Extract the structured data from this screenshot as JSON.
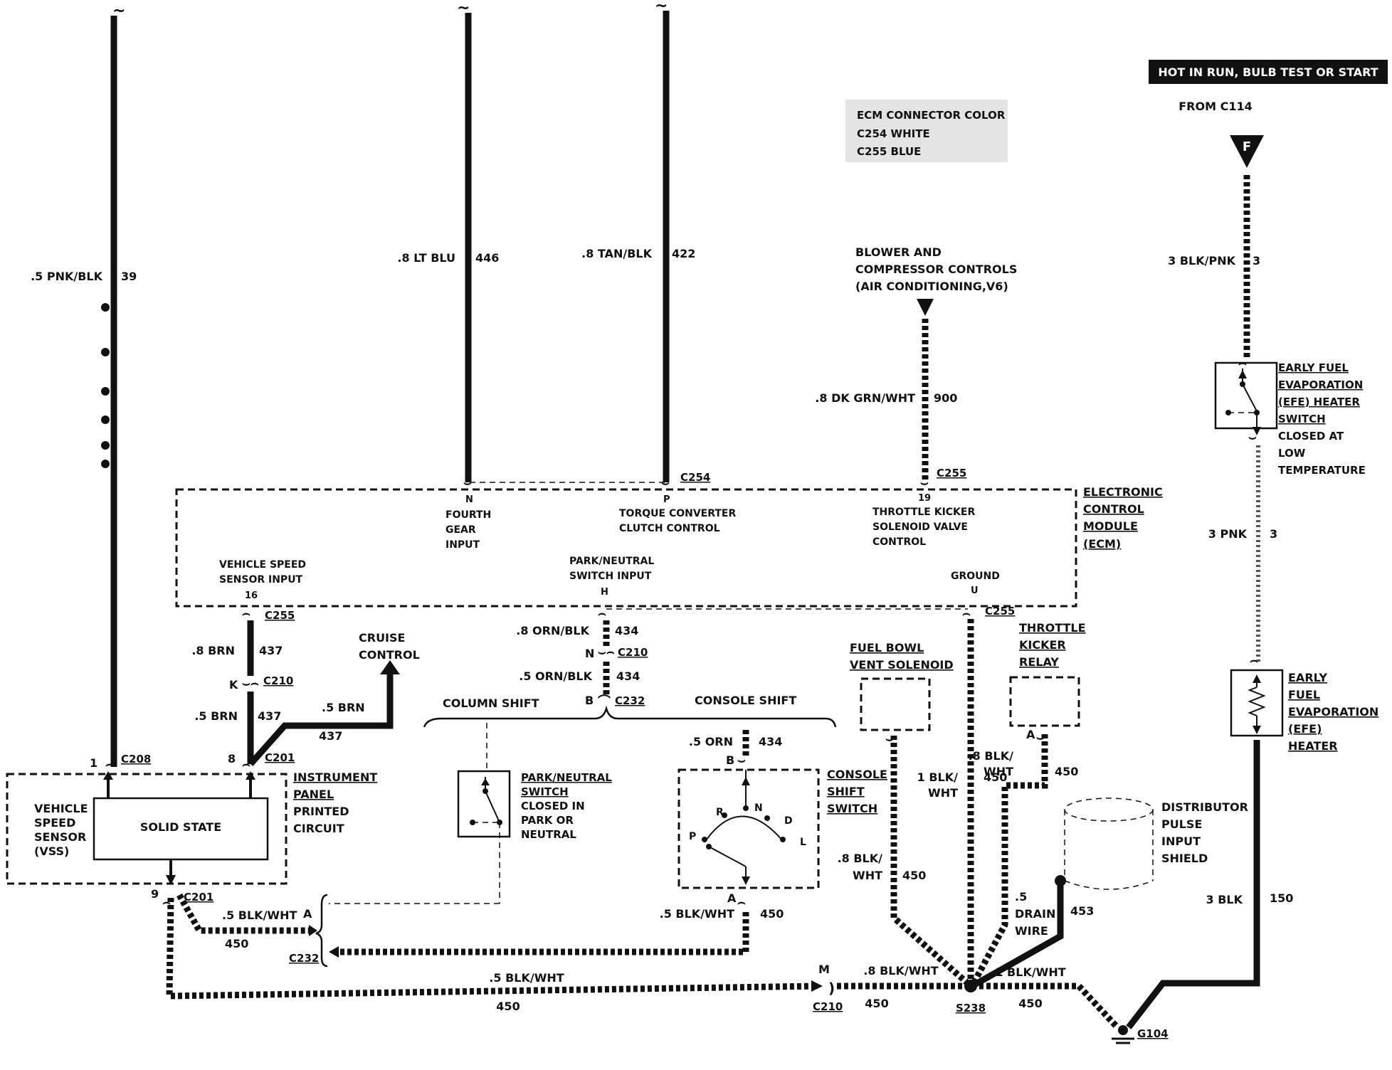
{
  "header": {
    "hot_in_run": "HOT IN RUN,  BULB TEST OR START",
    "from_c114": "FROM C114",
    "connector_f": "F",
    "ecm_connector_color": [
      "ECM CONNECTOR COLOR",
      "C254 WHITE",
      "C255 BLUE"
    ]
  },
  "top_wires": [
    {
      "gauge": ".5 PNK/BLK",
      "circuit": "39"
    },
    {
      "gauge": ".8 LT BLU",
      "circuit": "446"
    },
    {
      "gauge": ".8 TAN/BLK",
      "circuit": "422"
    }
  ],
  "blower": {
    "label": [
      "BLOWER AND",
      "COMPRESSOR CONTROLS",
      "(AIR CONDITIONING,V6)"
    ],
    "wire_gauge": ".8 DK GRN/WHT",
    "wire_circuit": "900"
  },
  "ecm": {
    "label": [
      "ELECTRONIC",
      "CONTROL",
      "MODULE",
      "(ECM)"
    ],
    "c254": "C254",
    "c255_top": "C255",
    "pin_n": "N",
    "pin_n_label": [
      "FOURTH",
      "GEAR",
      "INPUT"
    ],
    "pin_p": "P",
    "pin_p_label": [
      "TORQUE CONVERTER",
      "CLUTCH CONTROL"
    ],
    "pin_19": "19",
    "pin_19_label": [
      "THROTTLE KICKER",
      "SOLENOID VALVE",
      "CONTROL"
    ],
    "pin_16_label": [
      "VEHICLE SPEED",
      "SENSOR INPUT"
    ],
    "pin_16": "16",
    "pin_h_label": [
      "PARK/NEUTRAL",
      "SWITCH INPUT"
    ],
    "pin_h": "H",
    "ground_label": "GROUND",
    "pin_u": "U",
    "c255_vss": "C255",
    "c255_ground": "C255"
  },
  "vss_branch": {
    "wire1_gauge": ".8 BRN",
    "wire1_circuit": "437",
    "pin_k": "K",
    "c210": "C210",
    "wire2_gauge": ".5 BRN",
    "wire2_circuit": "437",
    "cruise": [
      "CRUISE",
      "CONTROL"
    ],
    "cruise_gauge": ".5 BRN",
    "cruise_circuit": "437",
    "pin_8": "8",
    "c201": "C201",
    "pin_1": "1",
    "c208": "C208"
  },
  "instrument_panel": [
    "INSTRUMENT",
    "PANEL",
    "PRINTED",
    "CIRCUIT"
  ],
  "vss": {
    "label": [
      "VEHICLE",
      "SPEED",
      "SENSOR",
      "(VSS)"
    ],
    "solid_state": "SOLID STATE",
    "pin_9": "9",
    "c201": "C201"
  },
  "park_neutral_branch": {
    "wire1_gauge": ".8 ORN/BLK",
    "wire1_circuit": "434",
    "pin_n": "N",
    "c210": "C210",
    "wire2_gauge": ".5 ORN/BLK",
    "wire2_circuit": "434",
    "pin_b": "B",
    "c232": "C232",
    "column_shift": "COLUMN SHIFT",
    "console_shift": "CONSOLE SHIFT"
  },
  "pn_switch": [
    "PARK/NEUTRAL",
    "SWITCH",
    "CLOSED IN",
    "PARK OR",
    "NEUTRAL"
  ],
  "console_switch": {
    "wire_gauge": ".5 ORN",
    "wire_circuit": "434",
    "pin_b": "B",
    "label": [
      "CONSOLE",
      "SHIFT",
      "SWITCH"
    ],
    "positions": [
      "P",
      "R",
      "N",
      "D",
      "L"
    ],
    "pin_a": "A",
    "out_gauge": ".5 BLK/WHT",
    "out_circuit": "450"
  },
  "c232_junction": {
    "pin_a": "A",
    "gauge": ".5 BLK/WHT",
    "circuit": "450",
    "c232": "C232"
  },
  "bottom_run": {
    "gauge": ".5 BLK/WHT",
    "circuit": "450",
    "pin_m": "M",
    "c210": "C210",
    "gauge2": ".8 BLK/WHT",
    "circuit2": "450",
    "splice": "S238",
    "gauge3": "1 BLK/WHT",
    "circuit3": "450",
    "ground": "G104"
  },
  "fuel_bowl": {
    "label": [
      "FUEL BOWL",
      "VENT SOLENOID"
    ],
    "gauge": ".8 BLK/",
    "gauge2": "WHT",
    "circuit": "450"
  },
  "ground_wire": {
    "gauge": "1 BLK/",
    "gauge2": "WHT",
    "circuit": "450"
  },
  "kicker_relay": {
    "label": [
      "THROTTLE",
      "KICKER",
      "RELAY"
    ],
    "pin_a": "A",
    "gauge": ".8 BLK/",
    "gauge2": "WHT",
    "circuit": "450"
  },
  "distributor": {
    "label": [
      "DISTRIBUTOR",
      "PULSE",
      "INPUT",
      "SHIELD"
    ],
    "drain": [
      ".5",
      "DRAIN",
      "WIRE"
    ],
    "circuit": "453"
  },
  "efe_switch": {
    "wire_gauge": "3 BLK/PNK",
    "wire_circuit": "3",
    "label": [
      "EARLY FUEL",
      "EVAPORATION",
      "(EFE) HEATER",
      "SWITCH",
      "CLOSED AT",
      "LOW",
      "TEMPERATURE"
    ],
    "wire2_gauge": "3 PNK",
    "wire2_circuit": "3"
  },
  "efe_heater": {
    "label": [
      "EARLY",
      "FUEL",
      "EVAPORATION",
      "(EFE)",
      "HEATER"
    ],
    "wire_gauge": "3 BLK",
    "wire_circuit": "150"
  }
}
